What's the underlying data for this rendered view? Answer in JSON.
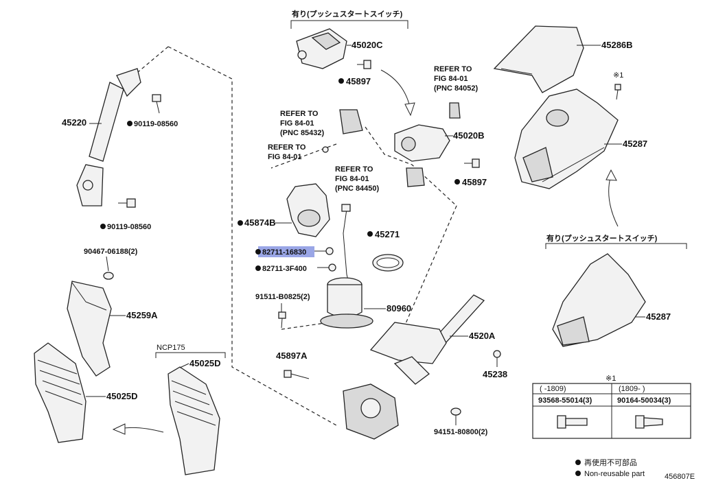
{
  "labels": {
    "p45020C": "45020C",
    "p45897_top": "45897",
    "p45286B": "45286B",
    "p45287_top": "45287",
    "p45287_bottom": "45287",
    "p45220": "45220",
    "p90119_a": "90119-08560",
    "p90119_b": "90119-08560",
    "p45020B": "45020B",
    "p45897_mid": "45897",
    "p45874B": "45874B",
    "p45271": "45271",
    "p82711_16830": "82711-16830",
    "p82711_3F400": "82711-3F400",
    "p90467": "90467-06188(2)",
    "p45259A": "45259A",
    "p91511": "91511-B0825(2)",
    "p80960": "80960",
    "p4520A": "4520A",
    "p45897A": "45897A",
    "p45238": "45238",
    "p45025D_left": "45025D",
    "p45025D_right": "45025D",
    "p94151": "94151-80800(2)",
    "ncp175": "NCP175",
    "push_start_top": "有り(プッシュスタートスイッチ)",
    "push_start_right": "有り(プッシュスタートスイッチ)",
    "mark_small": "※1",
    "refer_1": [
      "REFER TO",
      "FIG 84-01",
      "(PNC 84052)"
    ],
    "refer_2": [
      "REFER TO",
      "FIG 84-01",
      "(PNC 85432)"
    ],
    "refer_3": [
      "REFER TO",
      "FIG 84-01"
    ],
    "refer_4": [
      "REFER TO",
      "FIG 84-01",
      "(PNC 84450)"
    ],
    "diagram_id": "456807E"
  },
  "table": {
    "mark": "※1",
    "col1_range": "(     -1809)",
    "col2_range": "(1809-     )",
    "col1_part": "93568-55014(3)",
    "col2_part": "90164-50034(3)"
  },
  "legend": {
    "line1": "再使用不可部品",
    "line2": "Non-reusable part"
  },
  "colors": {
    "highlight": "#9aa6e6",
    "ink": "#111111"
  }
}
